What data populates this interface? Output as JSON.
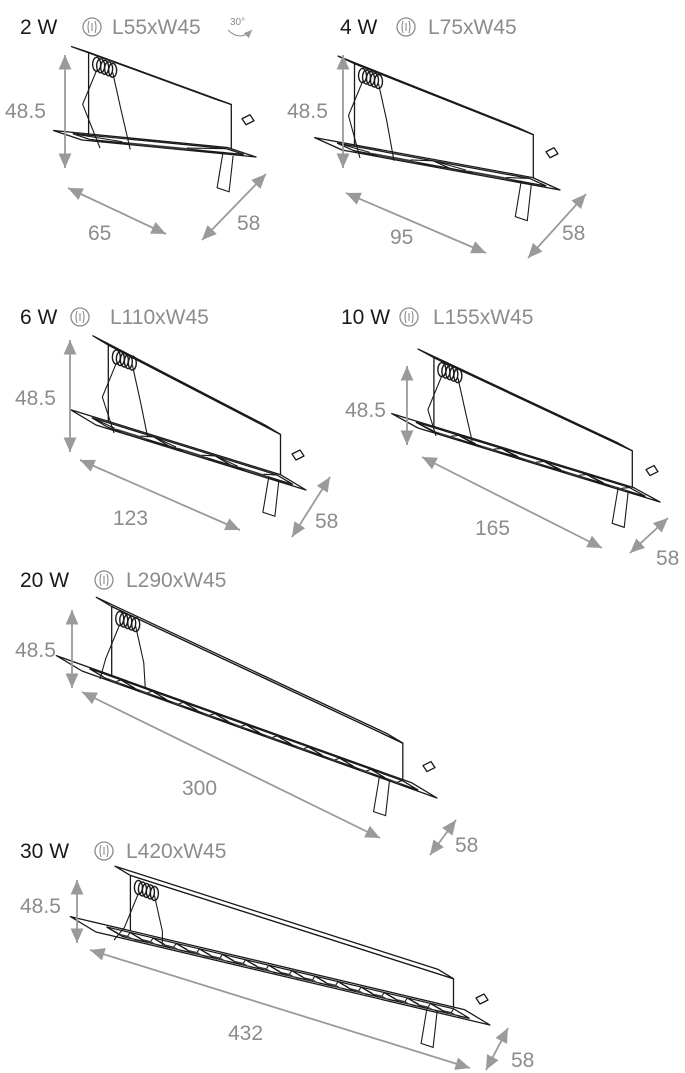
{
  "products": [
    {
      "id": "p2w",
      "watt": "2 W",
      "cutout": "L55xW45",
      "tilt": "30°",
      "height": "48.5",
      "length": "65",
      "width": "58",
      "cells": 1
    },
    {
      "id": "p4w",
      "watt": "4 W",
      "cutout": "L75xW45",
      "tilt": "",
      "height": "48.5",
      "length": "95",
      "width": "58",
      "cells": 2
    },
    {
      "id": "p6w",
      "watt": "6 W",
      "cutout": "L110xW45",
      "tilt": "",
      "height": "48.5",
      "length": "123",
      "width": "58",
      "cells": 3
    },
    {
      "id": "p10w",
      "watt": "10 W",
      "cutout": "L155xW45",
      "tilt": "",
      "height": "48.5",
      "length": "165",
      "width": "58",
      "cells": 5
    },
    {
      "id": "p20w",
      "watt": "20 W",
      "cutout": "L290xW45",
      "tilt": "",
      "height": "48.5",
      "length": "300",
      "width": "58",
      "cells": 10
    },
    {
      "id": "p30w",
      "watt": "30 W",
      "cutout": "L420xW45",
      "tilt": "",
      "height": "48.5",
      "length": "432",
      "width": "58",
      "cells": 15
    }
  ],
  "icons": {
    "cutout": "cutout-icon",
    "tilt": "tilt-rotation-icon"
  },
  "colors": {
    "line": "#1a1a1a",
    "dimension": "#8c8c8c",
    "arrow": "#9a9a9a"
  }
}
